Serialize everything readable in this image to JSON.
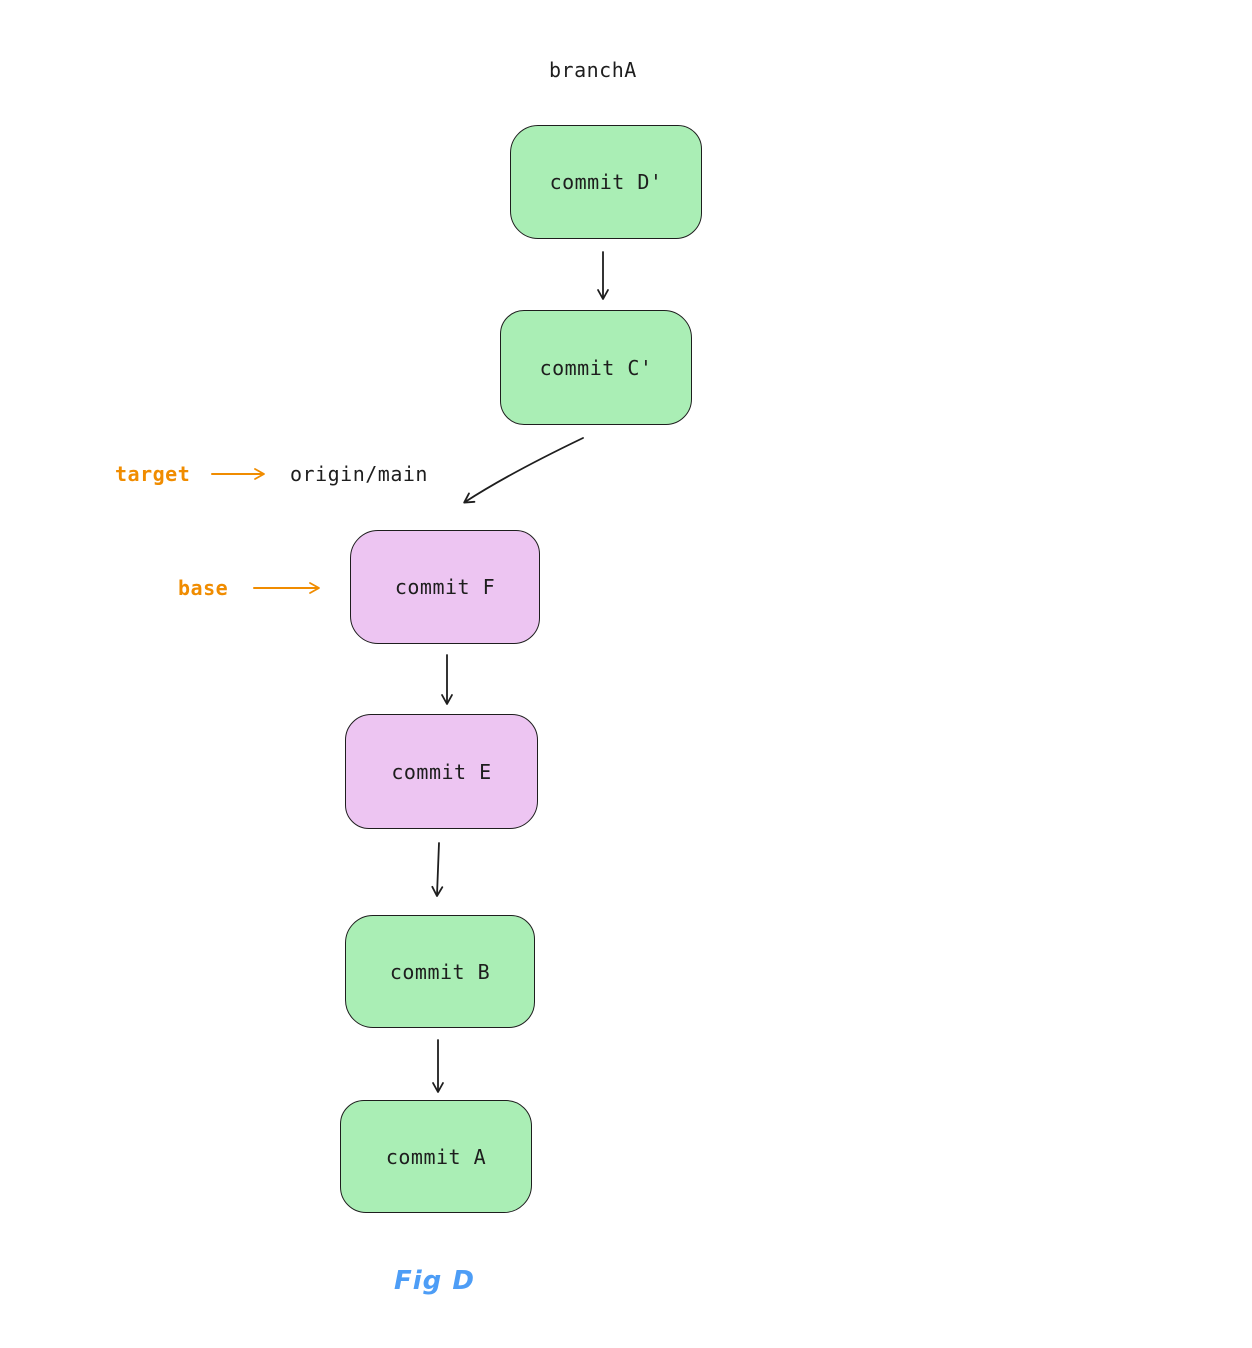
{
  "diagram": {
    "branch_label": "branchA",
    "nodes": [
      {
        "id": "commit-d-prime",
        "label": "commit D'",
        "color": "#aaeeb5"
      },
      {
        "id": "commit-c-prime",
        "label": "commit C'",
        "color": "#aaeeb5"
      },
      {
        "id": "commit-f",
        "label": "commit F",
        "color": "#edc5f2"
      },
      {
        "id": "commit-e",
        "label": "commit E",
        "color": "#edc5f2"
      },
      {
        "id": "commit-b",
        "label": "commit B",
        "color": "#aaeeb5"
      },
      {
        "id": "commit-a",
        "label": "commit A",
        "color": "#aaeeb5"
      }
    ],
    "edges": [
      {
        "from": "commit D'",
        "to": "commit C'"
      },
      {
        "from": "commit C'",
        "to": "commit F"
      },
      {
        "from": "commit F",
        "to": "commit E"
      },
      {
        "from": "commit E",
        "to": "commit B"
      },
      {
        "from": "commit B",
        "to": "commit A"
      }
    ],
    "annotations": {
      "target_label": "target",
      "target_ref": "origin/main",
      "base_label": "base"
    },
    "caption": "Fig D",
    "colors": {
      "green_fill": "#aaeeb5",
      "purple_fill": "#edc5f2",
      "stroke": "#1e1e1e",
      "annotation_orange": "#f08c00",
      "caption_blue": "#4d9df6"
    }
  }
}
